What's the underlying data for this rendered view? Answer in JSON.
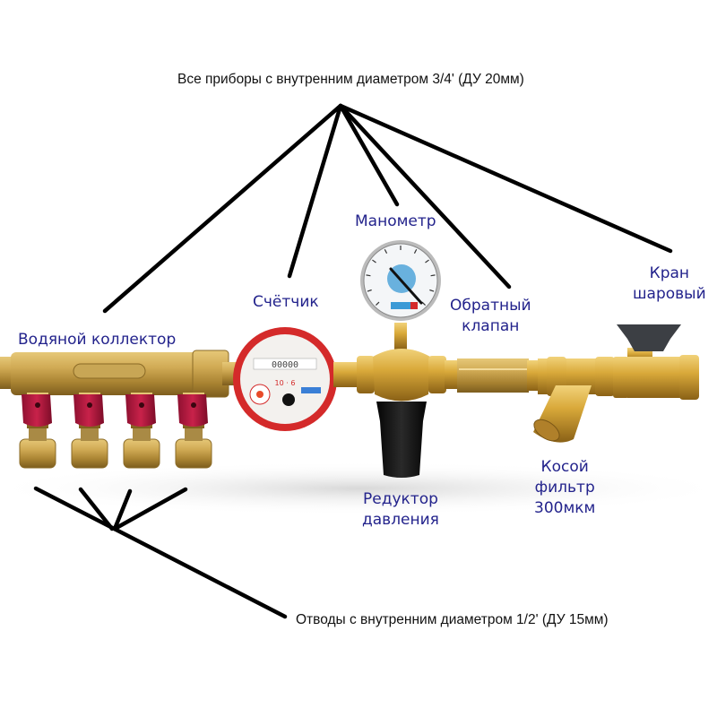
{
  "captions": {
    "top": "Все приборы с внутренним диаметром 3/4' (ДУ 20мм)",
    "bottom": "Отводы с внутренним диаметром 1/2' (ДУ 15мм)"
  },
  "labels": {
    "manometer": [
      "Манометр"
    ],
    "meter": [
      "Счётчик"
    ],
    "collector": [
      "Водяной коллектор"
    ],
    "check_valve": [
      "Обратный",
      "клапан"
    ],
    "ball_valve": [
      "Кран",
      "шаровый"
    ],
    "reducer": [
      "Редуктор",
      "давления"
    ],
    "filter": [
      "Косой",
      "фильтр",
      "300мкм"
    ]
  },
  "colors": {
    "label": "#23238c",
    "caption": "#111111",
    "leader": "#000000",
    "brass": "#c9a24a",
    "brass_dark": "#9a7428",
    "valve_red": "#b8173a",
    "meter_red": "#d42a2a",
    "reducer_black": "#151515",
    "handle_gray": "#3c3f44"
  },
  "manifold": {
    "outlet_count": 4
  },
  "meter_dial": {
    "digits": "00000"
  }
}
